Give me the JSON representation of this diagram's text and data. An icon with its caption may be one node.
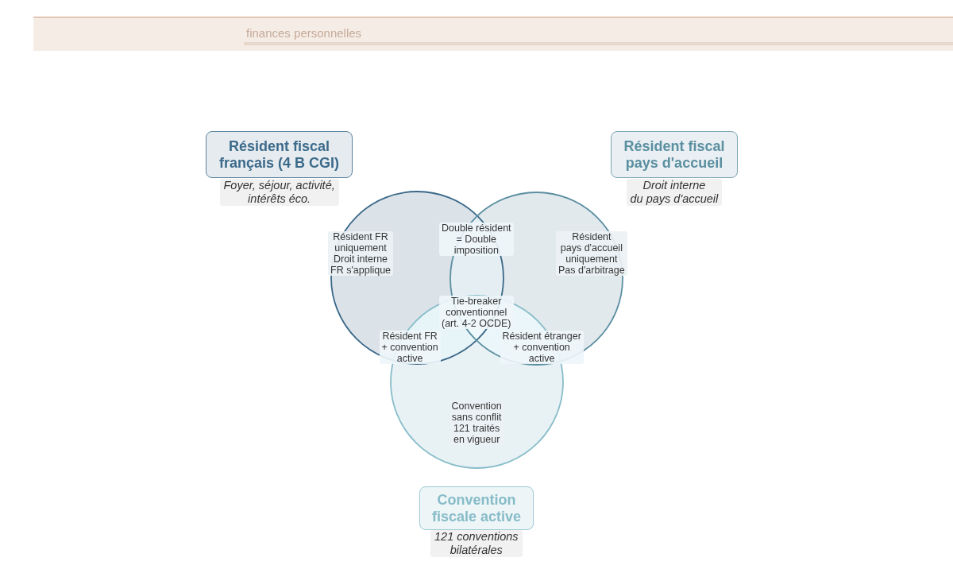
{
  "diagram": {
    "nodes": [
      {
        "text": [
          "Résident fiscal français (4 B CGI)"
        ],
        "beside": [
          "Foyer, séjour, activité, intérêts éco."
        ]
      },
      {
        "text": [
          "Résident fiscal pays d'accueil"
        ],
        "beside": [
          "Droit interne du pays d'accueil"
        ]
      },
      {
        "text": [
          "Résident FR uniquement Droit interne FR s'applique"
        ]
      },
      {
        "text": [
          "Résident pays d'accueil uniquement Pas d'arbitrage"
        ]
      },
      {
        "text": [
          "Convention sans conflit 121 traités en vigueur"
        ]
      },
      {
        "text": [
          "Convention fiscale active"
        ],
        "beside": [
          "121 conventions bilatérales"
        ]
      }
    ],
    "labels": [
      "finances personnelles",
      "Double résident = Double imposition",
      "Tie-breaker conventionnel (art. 4-2 OCDE)",
      "Résident FR + convention active",
      "Résident étranger + convention active"
    ]
  }
}
